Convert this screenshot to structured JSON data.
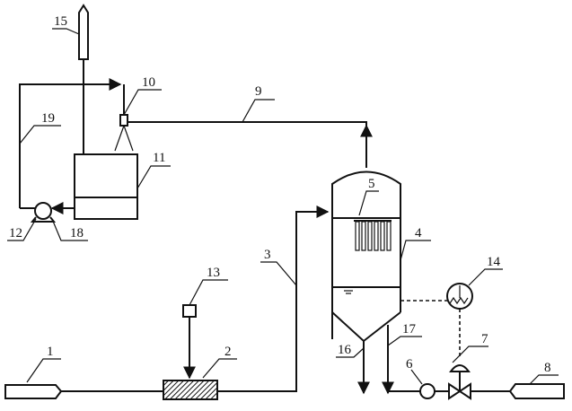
{
  "labels": {
    "n1": "1",
    "n2": "2",
    "n3": "3",
    "n4": "4",
    "n5": "5",
    "n6": "6",
    "n7": "7",
    "n8": "8",
    "n9": "9",
    "n10": "10",
    "n11": "11",
    "n12": "12",
    "n13": "13",
    "n14": "14",
    "n15": "15",
    "n16": "16",
    "n17": "17",
    "n18": "18",
    "n19": "19"
  }
}
